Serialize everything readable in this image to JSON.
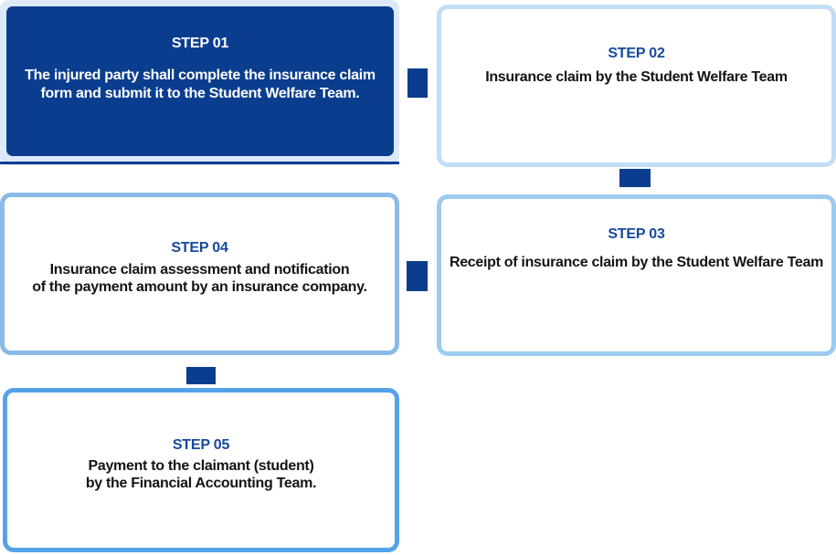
{
  "steps": [
    {
      "title": "STEP 01",
      "line1": "The injured party shall complete the insurance claim",
      "line2": "form and submit it to the Student Welfare Team."
    },
    {
      "title": "STEP 02",
      "line1": "Insurance claim by the Student Welfare Team"
    },
    {
      "title": "STEP 03",
      "line1": "Receipt of insurance claim by the Student Welfare Team"
    },
    {
      "title": "STEP 04",
      "line1": "Insurance claim assessment and notification",
      "line2": "of the payment amount by an insurance company."
    },
    {
      "title": "STEP 05",
      "line1": "Payment to the claimant (student)",
      "line2": "by the Financial Accounting Team."
    }
  ],
  "colors": {
    "primary": "#0a3d8e",
    "title": "#15499c",
    "body": "#111418",
    "wrap1": "#dbe9f9",
    "border2": "#c3ddf4",
    "border3": "#9dcbf0",
    "border4": "#8abae8",
    "border5": "#54a2e9"
  }
}
